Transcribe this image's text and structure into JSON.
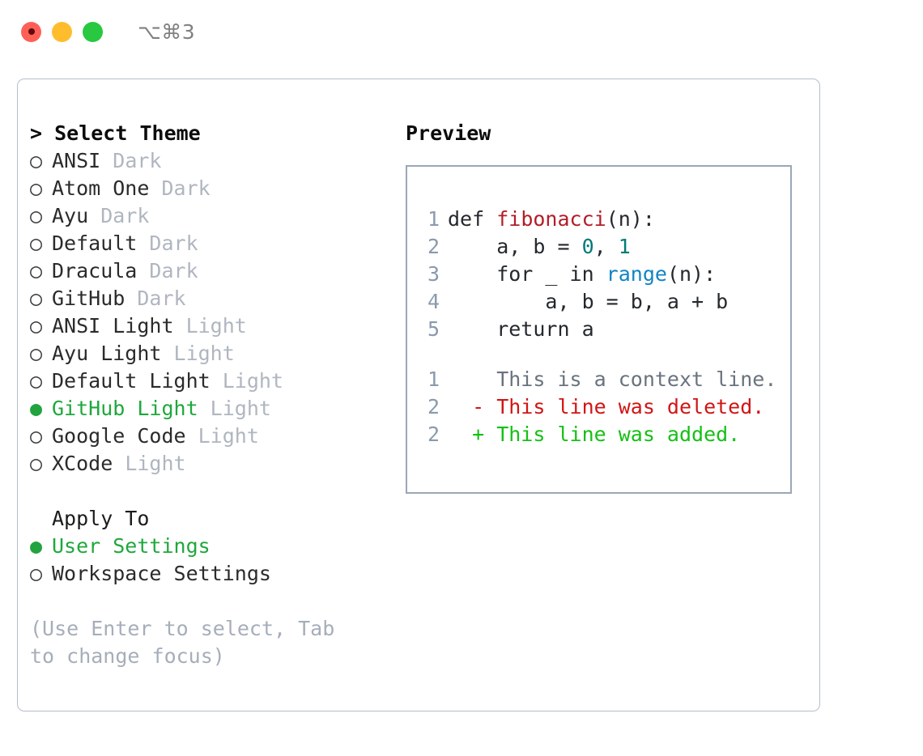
{
  "titlebar": {
    "shortcut": "⌥⌘3",
    "lights": [
      {
        "name": "close",
        "color": "#ff5f57"
      },
      {
        "name": "minimize",
        "color": "#ffbd2e"
      },
      {
        "name": "maximize",
        "color": "#28c840"
      }
    ]
  },
  "theme_panel": {
    "heading": "> Select Theme",
    "marker_selected": "●",
    "marker_unselected": "○",
    "selected_color": "#1ea83c",
    "badge_color": "#b0b6c0",
    "items": [
      {
        "label": "ANSI",
        "badge": "Dark",
        "selected": false
      },
      {
        "label": "Atom One",
        "badge": "Dark",
        "selected": false
      },
      {
        "label": "Ayu",
        "badge": "Dark",
        "selected": false
      },
      {
        "label": "Default",
        "badge": "Dark",
        "selected": false
      },
      {
        "label": "Dracula",
        "badge": "Dark",
        "selected": false
      },
      {
        "label": "GitHub",
        "badge": "Dark",
        "selected": false
      },
      {
        "label": "ANSI Light",
        "badge": "Light",
        "selected": false
      },
      {
        "label": "Ayu Light",
        "badge": "Light",
        "selected": false
      },
      {
        "label": "Default Light",
        "badge": "Light",
        "selected": false
      },
      {
        "label": "GitHub Light",
        "badge": "Light",
        "selected": true
      },
      {
        "label": "Google Code",
        "badge": "Light",
        "selected": false
      },
      {
        "label": "XCode",
        "badge": "Light",
        "selected": false
      }
    ]
  },
  "apply_to": {
    "heading": "Apply To",
    "items": [
      {
        "label": "User Settings",
        "selected": true
      },
      {
        "label": "Workspace Settings",
        "selected": false
      }
    ]
  },
  "hint": "(Use Enter to select, Tab to change focus)",
  "preview": {
    "heading": "Preview",
    "code_lines": [
      {
        "number": "1",
        "tokens": [
          {
            "text": "def ",
            "type": "plain"
          },
          {
            "text": "fibonacci",
            "type": "fn"
          },
          {
            "text": "(n):",
            "type": "plain"
          }
        ]
      },
      {
        "number": "2",
        "tokens": [
          {
            "text": "    a, b = ",
            "type": "plain"
          },
          {
            "text": "0",
            "type": "num"
          },
          {
            "text": ", ",
            "type": "plain"
          },
          {
            "text": "1",
            "type": "num"
          }
        ]
      },
      {
        "number": "3",
        "tokens": [
          {
            "text": "    for _ in ",
            "type": "plain"
          },
          {
            "text": "range",
            "type": "call"
          },
          {
            "text": "(n):",
            "type": "plain"
          }
        ]
      },
      {
        "number": "4",
        "tokens": [
          {
            "text": "        a, b = b, a + b",
            "type": "plain"
          }
        ]
      },
      {
        "number": "5",
        "tokens": [
          {
            "text": "    return a",
            "type": "plain"
          }
        ]
      }
    ],
    "diff_lines": [
      {
        "number": "1",
        "prefix": "  ",
        "text": "This is a context line.",
        "kind": "context"
      },
      {
        "number": "2",
        "prefix": "- ",
        "text": "This line was deleted.",
        "kind": "deleted"
      },
      {
        "number": "2",
        "prefix": "+ ",
        "text": "This line was added.",
        "kind": "added"
      }
    ],
    "colors": {
      "function": "#b31d28",
      "number": "#007a78",
      "call": "#1184c4",
      "line_number": "#8a9aad",
      "context": "#6a737d",
      "deleted": "#d11515",
      "added": "#15c015"
    }
  }
}
